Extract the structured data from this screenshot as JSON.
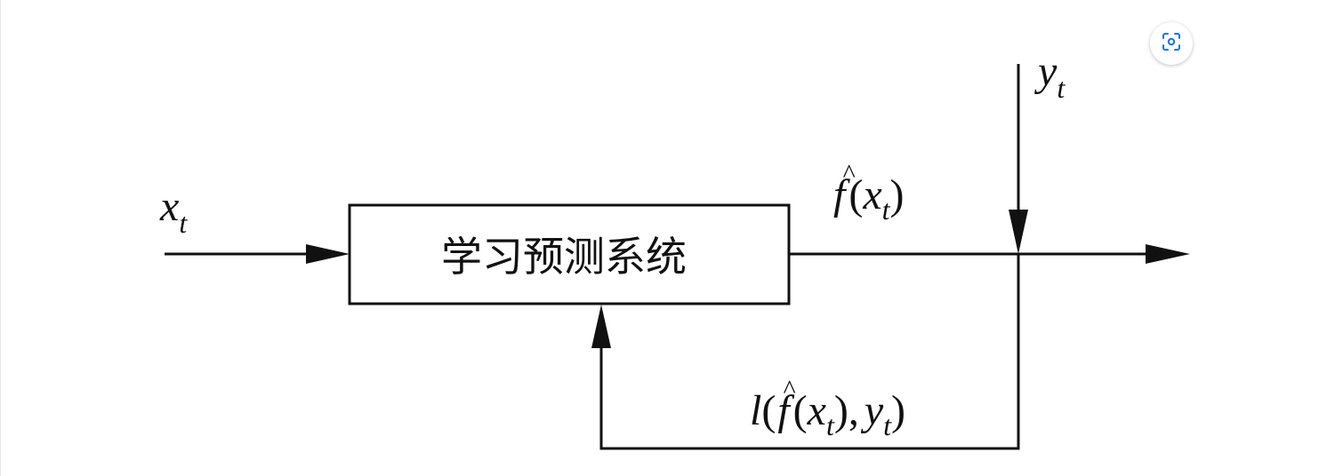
{
  "diagram": {
    "box_label": "学习预测系统",
    "input_label": {
      "base": "x",
      "sub": "t"
    },
    "target_label": {
      "base": "y",
      "sub": "t"
    },
    "prediction_label": {
      "fn": "f",
      "hat": "^",
      "open": "(",
      "arg": "x",
      "arg_sub": "t",
      "close": ")"
    },
    "loss_label": {
      "l": "l",
      "open": "(",
      "fn": "f",
      "hat": "^",
      "inner_open": "(",
      "arg": "x",
      "arg_sub": "t",
      "inner_close": ")",
      "comma": ",",
      "y": "y",
      "y_sub": "t",
      "close": ")"
    }
  },
  "ui": {
    "lens_button_icon": "visual-search-icon",
    "accent_color": "#1a73e8"
  }
}
